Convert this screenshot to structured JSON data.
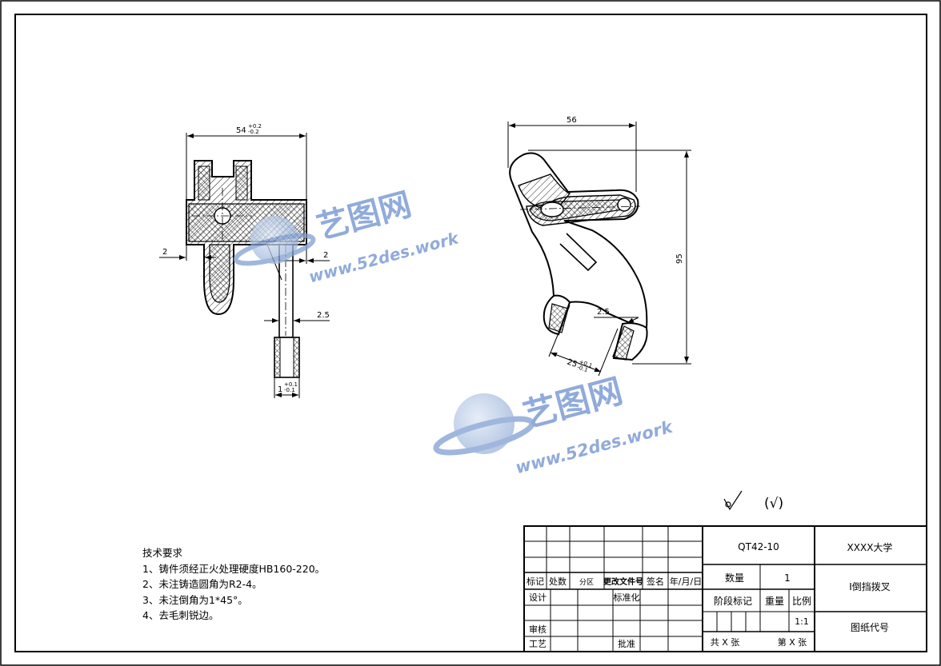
{
  "dimensions": {
    "left_width": "54",
    "left_width_tol_upper": "+0.2",
    "left_width_tol_lower": "-0.2",
    "left_gap_a": "2",
    "left_gap_b": "2",
    "stem_width": "2.5",
    "foot_width": "1",
    "foot_tol_upper": "+0.1",
    "foot_tol_lower": "-0.1",
    "right_width": "56",
    "right_height": "95",
    "right_small": "2.5",
    "right_slot": "25",
    "right_slot_tol_upper": "+0.1",
    "right_slot_tol_lower": "-0.1"
  },
  "surface_symbol": "(√)",
  "watermark": {
    "brand": "艺图网",
    "url": "www.52des.work"
  },
  "tech_requirements": {
    "title": "技术要求",
    "items": [
      "1、铸件须经正火处理硬度HB160-220。",
      "2、未注铸造圆角为R2-4。",
      "3、未注倒角为1*45°。",
      "4、去毛刺锐边。"
    ]
  },
  "title_block": {
    "material": "QT42-10",
    "school": "XXXX大学",
    "part_name": "I倒挡拨叉",
    "quantity_label": "数量",
    "quantity_value": "1",
    "stage_label": "阶段标记",
    "weight_label": "重量",
    "scale_label": "比例",
    "scale_value": "1:1",
    "drawing_code_label": "图纸代号",
    "total_sheets": "共 X 张",
    "sheet_no": "第 X 张",
    "revision_headers": [
      "标记",
      "处数",
      "分区",
      "更改文件号",
      "签名",
      "年/月/日"
    ],
    "design_label": "设计",
    "standard_label": "标准化",
    "review_label": "审核",
    "process_label": "工艺",
    "approve_label": "批准"
  }
}
